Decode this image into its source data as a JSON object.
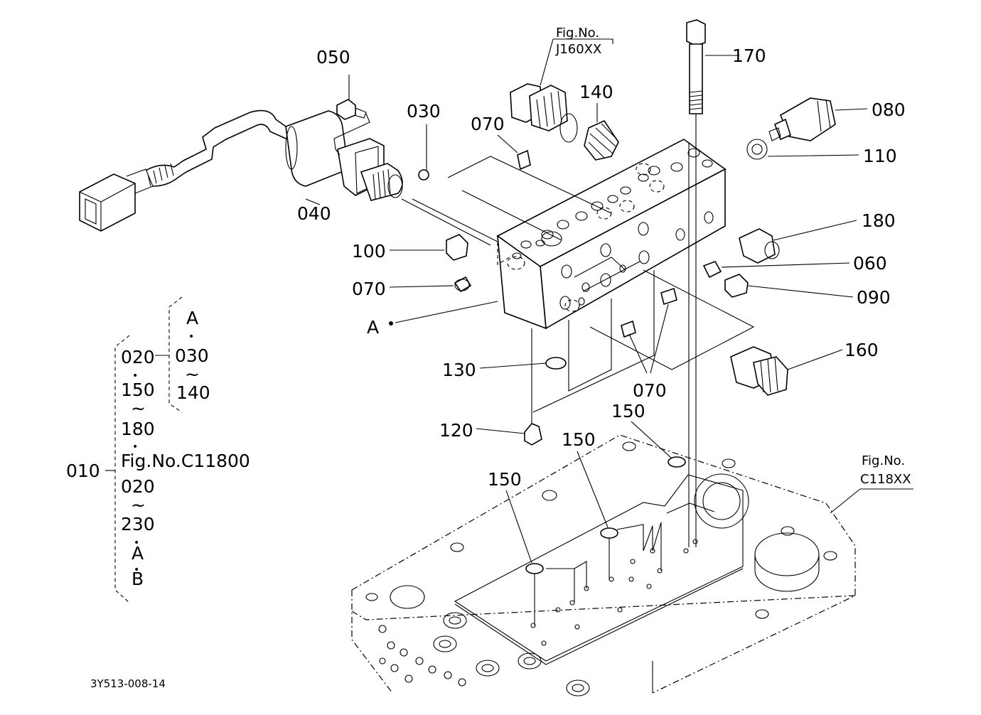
{
  "diagram": {
    "drawing_ref": "3Y513-008-14",
    "callouts": {
      "p050": "050",
      "p030": "030",
      "p070_top": "070",
      "p140": "140",
      "p170": "170",
      "p080": "080",
      "p110": "110",
      "p040": "040",
      "p180": "180",
      "p100": "100",
      "p060": "060",
      "p070_left": "070",
      "p090": "090",
      "point_a": "A",
      "p160": "160",
      "p130": "130",
      "p070_bottom": "070",
      "p150_a": "150",
      "p150_b": "150",
      "p150_c": "150",
      "p120": "120"
    },
    "fig_refs": {
      "j160_caption": "Fig.No.",
      "j160_code": "J160XX",
      "c118_caption": "Fig.No.",
      "c118_code": "C118XX"
    },
    "legend": {
      "main": "010",
      "group": [
        "020",
        "•",
        "150",
        "~",
        "180",
        "•",
        "Fig.No.C11800",
        "020",
        "~",
        "230",
        "•",
        "A",
        "•",
        "B"
      ],
      "sub_group": [
        "A",
        "•",
        "030",
        "~",
        "140"
      ]
    }
  }
}
